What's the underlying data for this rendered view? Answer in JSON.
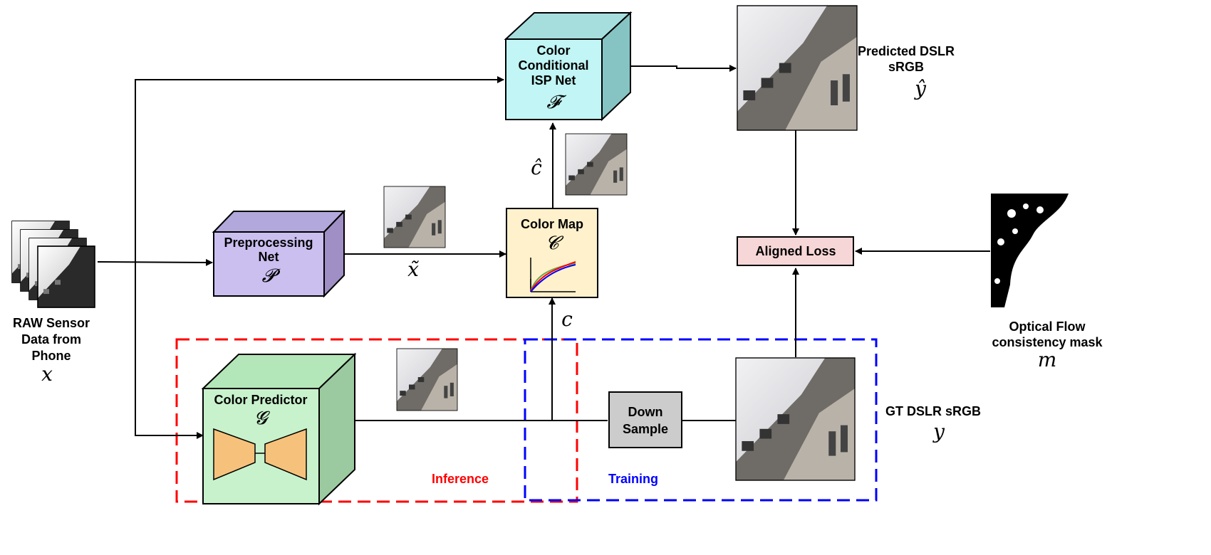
{
  "raw_input": {
    "label_lines": [
      "RAW Sensor",
      "Data from",
      "Phone"
    ],
    "symbol": "x"
  },
  "isp_net": {
    "label_lines": [
      "Color",
      "Conditional",
      "ISP Net"
    ],
    "symbol": "𝓕",
    "color": "#c2f5f5"
  },
  "preprocessing_net": {
    "label_lines": [
      "Preprocessing",
      "Net"
    ],
    "symbol": "𝓟",
    "color": "#cbbff0"
  },
  "color_map": {
    "label": "Color Map",
    "symbol": "𝓒",
    "color": "#fff1cc"
  },
  "color_predictor": {
    "label": "Color Predictor",
    "symbol": "𝓖",
    "color": "#c8f2cc"
  },
  "aligned_loss": {
    "label": "Aligned Loss",
    "color": "#f6d6d6"
  },
  "down_sample": {
    "label_lines": [
      "Down",
      "Sample"
    ],
    "color": "#cccccc"
  },
  "predicted_output": {
    "label_lines": [
      "Predicted DSLR",
      "sRGB"
    ],
    "symbol": "ŷ"
  },
  "gt_output": {
    "label": "GT DSLR sRGB",
    "symbol": "y"
  },
  "mask": {
    "label_lines": [
      "Optical Flow",
      "consistency mask"
    ],
    "symbol": "m"
  },
  "edge_labels": {
    "c_hat": "ĉ",
    "c": "c",
    "x_tilde": "x̃"
  },
  "regions": {
    "inference": {
      "label": "Inference",
      "color": "#ff0000"
    },
    "training": {
      "label": "Training",
      "color": "#0000ff"
    }
  }
}
